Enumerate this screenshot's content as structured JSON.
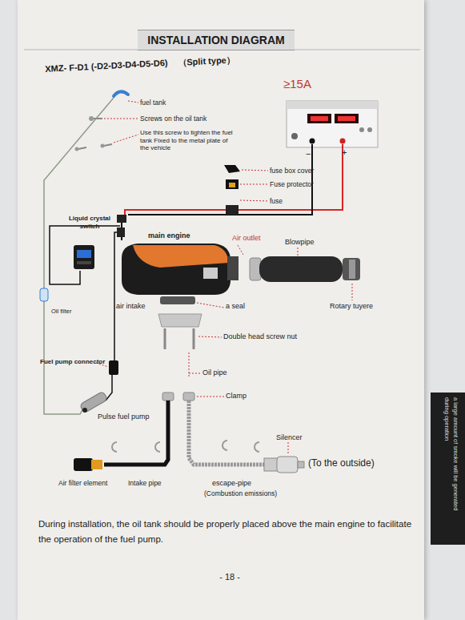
{
  "diagram": {
    "title": "INSTALLATION DIAGRAM",
    "labels": [
      "XMZ- F-D1 (-D2-D3-D4-D5-D6)",
      "（Split type）",
      "≥15A",
      "fuel tank",
      "Screws on the oil tank",
      "Use this screw to tighten the fuel tank Fixed to the metal plate of the vehicle",
      "−",
      "+",
      "fuse box cover",
      "Fuse protector",
      "fuse",
      "Liquid crystal switch",
      "main engine",
      "Air outlet",
      "Blowpipe",
      "Oil filter",
      "air intake",
      "a seal",
      "Rotary tuyere",
      "Double head screw nut",
      "Fuel pump connector",
      "Oil pipe",
      "Clamp",
      "Pulse fuel pump",
      "Silencer",
      "(To the outside)",
      "Air filter element",
      "Intake pipe",
      "escape-pipe",
      "(Combustion emissions)",
      "During installation, the oil tank should be properly placed above the main engine to facilitate the operation of the fuel pump.",
      "- 18 -",
      "a large amount of smoke will be generated",
      "during operation"
    ]
  }
}
